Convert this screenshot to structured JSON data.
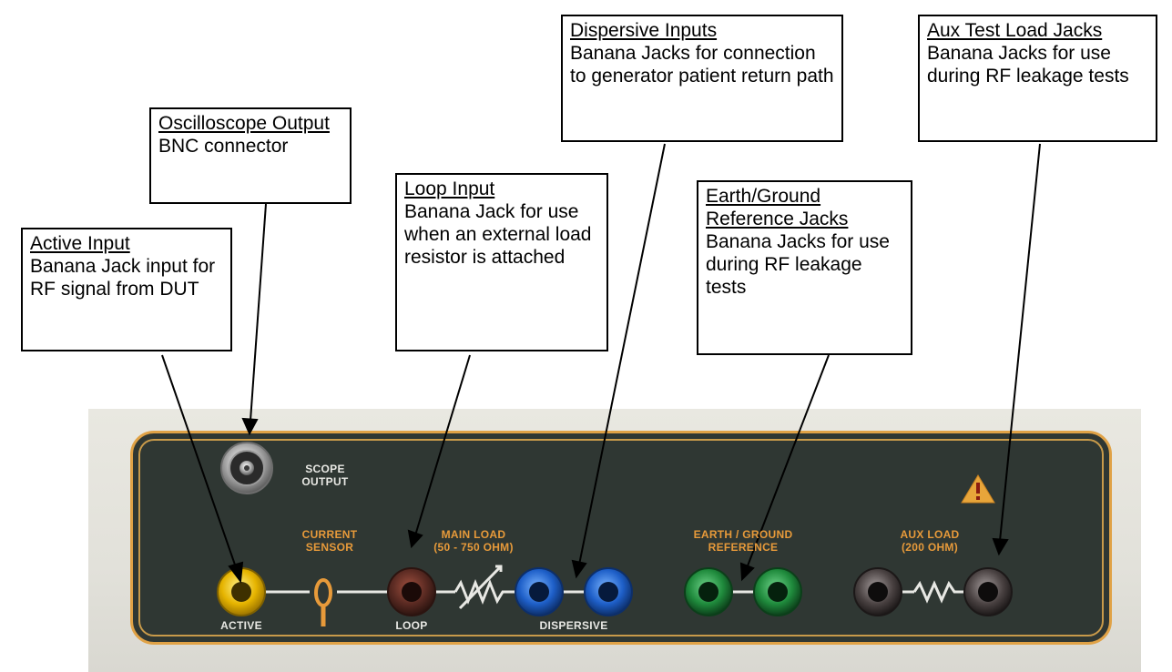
{
  "callouts": {
    "active": {
      "title": "Active Input",
      "desc": "Banana Jack input for RF signal from DUT"
    },
    "oscilloscope": {
      "title": "Oscilloscope Output",
      "desc": "BNC connector"
    },
    "loop": {
      "title": "Loop Input",
      "desc": "Banana Jack for use when an external load resistor is attached"
    },
    "dispersive": {
      "title": "Dispersive Inputs",
      "desc": "Banana Jacks for connection to generator patient return path"
    },
    "earth": {
      "title": "Earth/Ground Reference Jacks",
      "desc": "Banana Jacks for use during RF leakage tests"
    },
    "aux": {
      "title": "Aux Test Load Jacks",
      "desc": "Banana Jacks for use during RF leakage tests"
    }
  },
  "panel": {
    "scope_output": "SCOPE\nOUTPUT",
    "current_sensor": "CURRENT\nSENSOR",
    "main_load": "MAIN LOAD\n(50 - 750 OHM)",
    "earth_ground": "EARTH / GROUND\nREFERENCE",
    "aux_load": "AUX LOAD\n(200 OHM)",
    "active": "ACTIVE",
    "loop": "LOOP",
    "dispersive": "DISPERSIVE"
  },
  "colors": {
    "panel": "#2f3733",
    "trim": "#e0a246",
    "active_jack": "#e6b400",
    "loop_jack": "#5a2a22",
    "dispersive_jack": "#1e5fc8",
    "earth_jack": "#1f8a3c",
    "aux_jack": "#4a4242",
    "warning": "#e8a53a"
  },
  "icons": [
    "bnc-connector-icon",
    "current-sensor-icon",
    "variable-resistor-icon",
    "resistor-icon",
    "warning-icon"
  ]
}
